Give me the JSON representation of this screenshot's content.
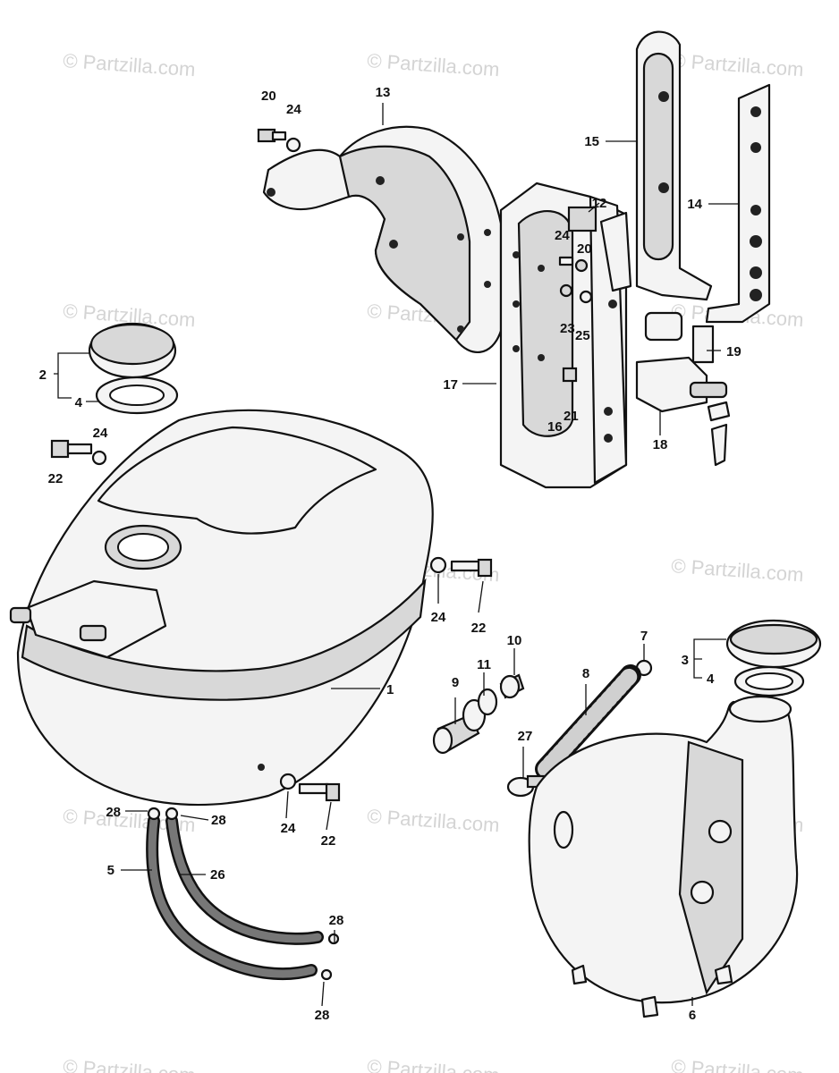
{
  "watermark": "© Partzilla.com",
  "part_numbers": [
    "1",
    "2",
    "3",
    "4",
    "4",
    "5",
    "6",
    "7",
    "8",
    "9",
    "10",
    "11",
    "12",
    "13",
    "14",
    "15",
    "16",
    "17",
    "18",
    "19",
    "20",
    "20",
    "21",
    "22",
    "22",
    "22",
    "23",
    "24",
    "24",
    "24",
    "24",
    "24",
    "25",
    "26",
    "27",
    "28",
    "28",
    "28",
    "28"
  ]
}
